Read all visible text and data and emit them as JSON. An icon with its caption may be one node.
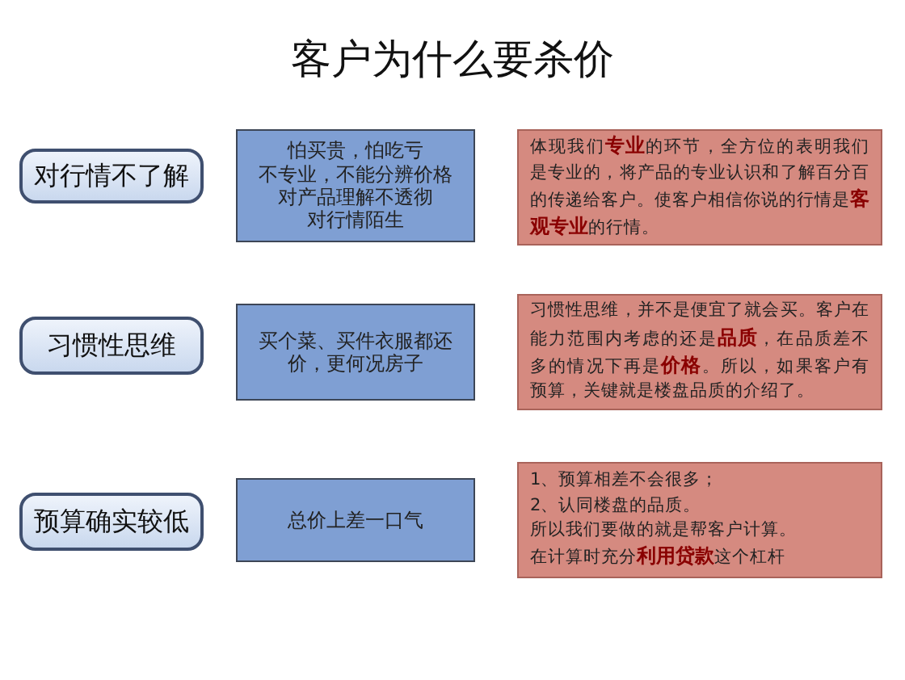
{
  "diagram": {
    "title": "客户为什么要杀价",
    "nodes": [
      {
        "text": [
          "对行情不了解"
        ]
      },
      {
        "text": [
          "怕买贵，怕吃亏",
          "不专业，不能分辨价格",
          "对产品理解不透彻",
          "对行情陌生"
        ]
      },
      {
        "text": [
          "体现我们**专业**的环节，全方位的表明我们是专业的，将产品的专业认识和了解百分百的传递给客户。使客户相信你说的行情是**客观专业**的行情。"
        ]
      },
      {
        "text": [
          "习惯性思维"
        ]
      },
      {
        "text": [
          "买个菜、买件衣服都还价，更何况房子"
        ]
      },
      {
        "text": [
          "习惯性思维，并不是便宜了就会买。客户在能力范围内考虑的还是**品质**，在品质差不多的情况下再是**价格**。所以，如果客户有预算，关键就是楼盘品质的介绍了。"
        ]
      },
      {
        "text": [
          "预算确实较低"
        ]
      },
      {
        "text": [
          "总价上差一口气"
        ]
      },
      {
        "text": [
          "1、预算相差不会很多；",
          "2、认同楼盘的品质。",
          "所以我们要做的就是帮客户计算。",
          "在计算时充分**利用贷款**这个杠杆"
        ]
      }
    ]
  }
}
